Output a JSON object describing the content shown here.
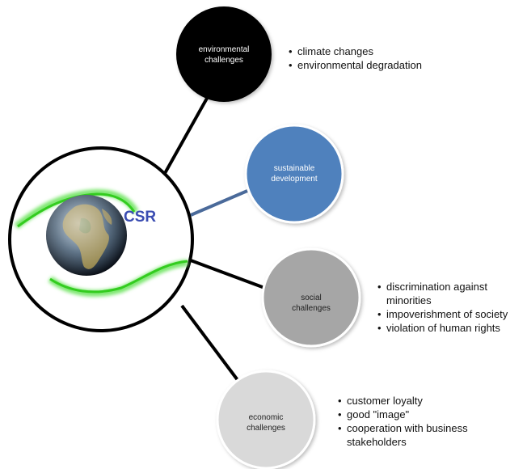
{
  "hub": {
    "label": "CSR"
  },
  "nodes": {
    "environmental": {
      "label_line1": "environmental",
      "label_line2": "challenges",
      "fill": "#000000",
      "text_color": "#ffffff",
      "bullets": [
        "climate changes",
        "environmental degradation"
      ]
    },
    "sustainable": {
      "label_line1": "sustainable",
      "label_line2": "development",
      "fill": "#4f81bd",
      "text_color": "#ffffff"
    },
    "social": {
      "label_line1": "social",
      "label_line2": "challenges",
      "fill": "#a6a6a6",
      "text_color": "#222222",
      "bullets": [
        "discrimination against minorities",
        "impoverishment of society",
        "violation of human rights"
      ]
    },
    "economic": {
      "label_line1": "economic",
      "label_line2": "challenges",
      "fill": "#d9d9d9",
      "text_color": "#222222",
      "bullets": [
        "customer loyalty",
        "good \"image\"",
        "cooperation with business stakeholders"
      ]
    }
  },
  "colors": {
    "connector": "#000000",
    "connector_blue": "#4a6a9a",
    "swoosh": "#3ddc2a"
  }
}
